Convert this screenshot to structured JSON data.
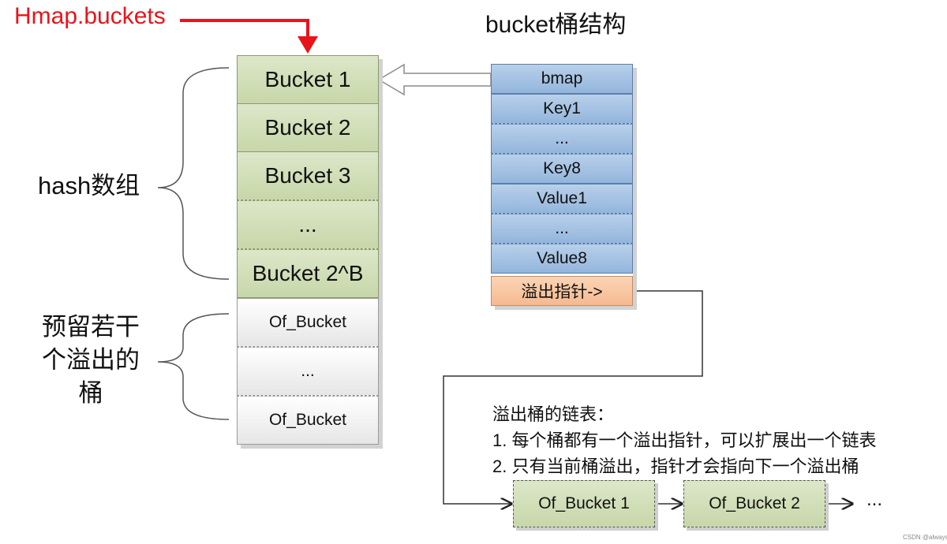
{
  "header": {
    "pointer_label": "Hmap.buckets",
    "bucket_struct_title": "bucket桶结构"
  },
  "labels": {
    "hash_array": "hash数组",
    "reserved_overflow": [
      "预留若干",
      "个溢出的",
      "桶"
    ]
  },
  "hash_array": [
    "Bucket 1",
    "Bucket 2",
    "Bucket 3",
    "...",
    "Bucket 2^B"
  ],
  "overflow_buckets": [
    "Of_Bucket",
    "...",
    "Of_Bucket"
  ],
  "bucket_structure": [
    "bmap",
    "Key1",
    "...",
    "Key8",
    "Value1",
    "...",
    "Value8"
  ],
  "overflow_pointer": "溢出指针->",
  "notes": {
    "title": "溢出桶的链表：",
    "line1": "1. 每个桶都有一个溢出指针，可以扩展出一个链表",
    "line2": "2. 只有当前桶溢出，指针才会指向下一个溢出桶"
  },
  "chain": [
    "Of_Bucket 1",
    "Of_Bucket 2"
  ],
  "chain_continuation": "...",
  "watermark": "CSDN @alwaysrun",
  "colors": {
    "pointer_red": "#e8141b",
    "bucket_green": "#c7d7a9",
    "struct_blue": "#93b5dc",
    "overflow_orange": "#f6b990",
    "overflow_gray": "#e6e6e6"
  }
}
